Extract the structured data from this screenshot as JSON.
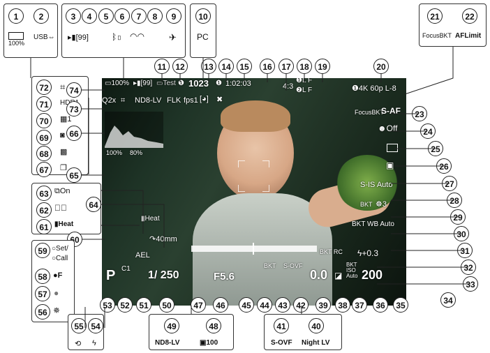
{
  "top_left": {
    "battery_pct": "100%",
    "usb": "USB"
  },
  "top_mid": {
    "card": "[99]",
    "pc": "PC"
  },
  "focus_bkt": "FocusBKT",
  "af_limit": "AFLimit",
  "left_icons": {
    "hdr": "HDR1",
    "bat1": "100%",
    "bat2": "80%"
  },
  "left_labels": {
    "on": "On",
    "heat": "Heat",
    "set": "Set/",
    "call": "Call",
    "f": "F"
  },
  "bottom_left": {
    "ndlv": "ND8-LV",
    "count": "100"
  },
  "bottom_right": {
    "sovf": "S-OVF",
    "nightlv": "Night LV"
  },
  "viewfinder": {
    "battery": "100%",
    "card": "[99]",
    "test": "Test",
    "frames": "1023",
    "fs": "1:02:03",
    "aspect": "4:3",
    "q1": "L F",
    "q2": "L F",
    "video": "4K 60p L-8",
    "zoom": "2x",
    "nd": "ND8-LV",
    "flk": "FLK",
    "fps": "fps1",
    "focusbkt": "FocusBKT",
    "saf": "S-AF",
    "face": "Off",
    "is": "S-IS Auto",
    "bkt3": "BKT",
    "bkt3v": "3",
    "wb": "BKT WB Auto",
    "heat": "Heat",
    "dist": "40mm",
    "bkt": "BKT",
    "sovf": "S-OVF",
    "ev": "0.0",
    "bktrc": "BKT RC",
    "flashcomp": "+0.3",
    "iso_label": "BKT ISO Auto",
    "iso": "200",
    "mode": "P",
    "c1": "C1",
    "ael": "AEL",
    "shutter": "1/ 250",
    "fnum": "F5.6",
    "h_bat1": "100%",
    "h_bat2": "80%"
  },
  "callouts": [
    "1",
    "2",
    "3",
    "4",
    "5",
    "6",
    "7",
    "8",
    "9",
    "10",
    "11",
    "12",
    "13",
    "14",
    "15",
    "16",
    "17",
    "18",
    "19",
    "20",
    "21",
    "22",
    "23",
    "24",
    "25",
    "26",
    "27",
    "28",
    "29",
    "30",
    "31",
    "32",
    "33",
    "34",
    "35",
    "36",
    "37",
    "38",
    "39",
    "40",
    "41",
    "42",
    "43",
    "44",
    "45",
    "46",
    "47",
    "48",
    "49",
    "50",
    "51",
    "52",
    "53",
    "54",
    "55",
    "56",
    "57",
    "58",
    "59",
    "60",
    "61",
    "62",
    "63",
    "64",
    "65",
    "66",
    "67",
    "68",
    "69",
    "70",
    "71",
    "72",
    "73",
    "74"
  ]
}
